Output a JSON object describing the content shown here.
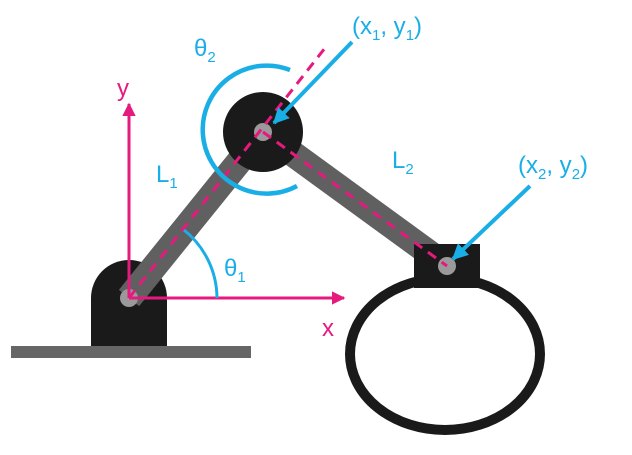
{
  "labels": {
    "y_axis": "y",
    "x_axis": "x",
    "theta1": "θ",
    "theta1_sub": "1",
    "theta2": "θ",
    "theta2_sub": "2",
    "l1": "L",
    "l1_sub": "1",
    "l2": "L",
    "l2_sub": "2",
    "point1": {
      "open": "(x",
      "xsub": "1",
      "mid": ", y",
      "ysub": "1",
      "close": ")"
    },
    "point2": {
      "open": "(x",
      "xsub": "2",
      "mid": ", y",
      "ysub": "2",
      "close": ")"
    }
  },
  "colors": {
    "axis": "#e6197e",
    "annotation": "#1aaee6",
    "link": "#606060",
    "body": "#1a1a1a",
    "pivot": "#9a9a9a",
    "ground": "#666666",
    "background": "#ffffff"
  }
}
